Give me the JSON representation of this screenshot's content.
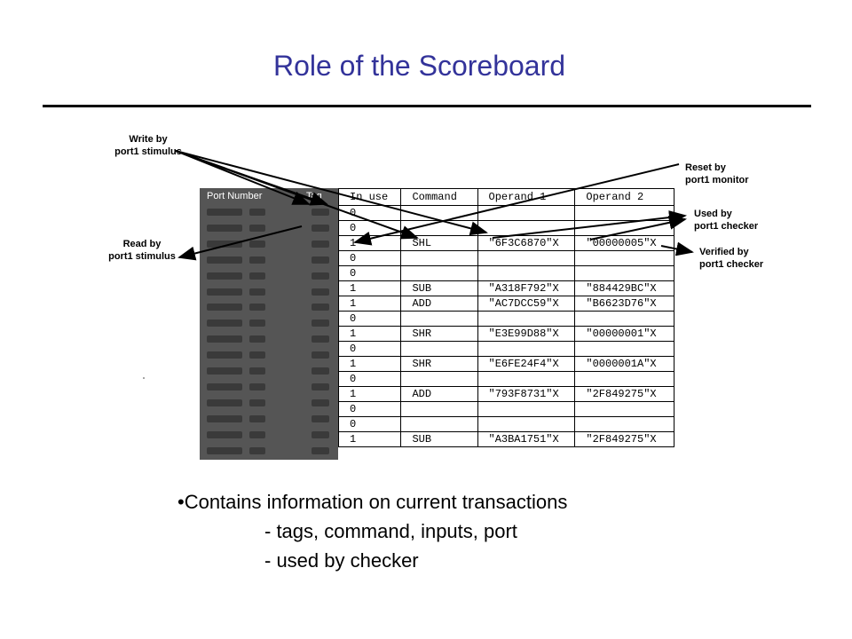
{
  "title": "Role of the Scoreboard",
  "table": {
    "dark_headers": {
      "port": "Port Number",
      "tag": "Tag"
    },
    "columns": [
      "In use",
      "Command",
      "Operand 1",
      "Operand 2"
    ],
    "rows": [
      [
        "0",
        "",
        "",
        ""
      ],
      [
        "0",
        "",
        "",
        ""
      ],
      [
        "1",
        "SHL",
        "\"6F3C6870\"X",
        "\"00000005\"X"
      ],
      [
        "0",
        "",
        "",
        ""
      ],
      [
        "0",
        "",
        "",
        ""
      ],
      [
        "1",
        "SUB",
        "\"A318F792\"X",
        "\"884429BC\"X"
      ],
      [
        "1",
        "ADD",
        "\"AC7DCC59\"X",
        "\"B6623D76\"X"
      ],
      [
        "0",
        "",
        "",
        ""
      ],
      [
        "1",
        "SHR",
        "\"E3E99D88\"X",
        "\"00000001\"X"
      ],
      [
        "0",
        "",
        "",
        ""
      ],
      [
        "1",
        "SHR",
        "\"E6FE24F4\"X",
        "\"0000001A\"X"
      ],
      [
        "0",
        "",
        "",
        ""
      ],
      [
        "1",
        "ADD",
        "\"793F8731\"X",
        "\"2F849275\"X"
      ],
      [
        "0",
        "",
        "",
        ""
      ],
      [
        "0",
        "",
        "",
        ""
      ],
      [
        "1",
        "SUB",
        "\"A3BA1751\"X",
        "\"2F849275\"X"
      ]
    ]
  },
  "annotations": {
    "write": [
      "Write by",
      "port1 stimulus"
    ],
    "read": [
      "Read by",
      "port1 stimulus"
    ],
    "reset": [
      "Reset by",
      "port1 monitor"
    ],
    "used": [
      "Used by",
      "port1 checker"
    ],
    "verified": [
      "Verified by",
      "port1 checker"
    ]
  },
  "bullets": {
    "main": "•Contains information on current transactions",
    "sub1": "- tags, command, inputs, port",
    "sub2": "- used by checker"
  }
}
